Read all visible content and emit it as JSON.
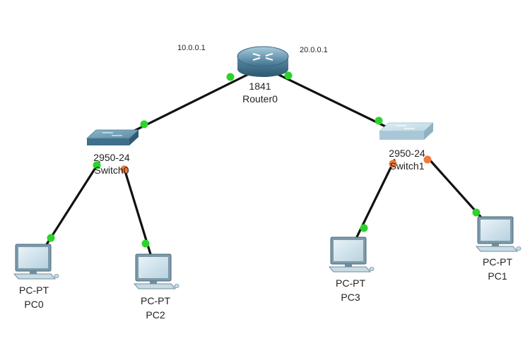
{
  "ip_labels": {
    "left": "10.0.0.1",
    "right": "20.0.0.1"
  },
  "router0": {
    "model": "1841",
    "name": "Router0"
  },
  "switch0": {
    "model": "2950-24",
    "name": "Switch0"
  },
  "switch1": {
    "model": "2950-24",
    "name": "Switch1"
  },
  "pc0": {
    "model": "PC-PT",
    "name": "PC0"
  },
  "pc1": {
    "model": "PC-PT",
    "name": "PC1"
  },
  "pc2": {
    "model": "PC-PT",
    "name": "PC2"
  },
  "pc3": {
    "model": "PC-PT",
    "name": "PC3"
  },
  "colors": {
    "link_up": "#2bd32b",
    "link_down": "#f07a3c",
    "cable": "#111111"
  },
  "links": [
    {
      "from": "Router0",
      "to": "Switch0",
      "status_a": "up",
      "status_b": "up"
    },
    {
      "from": "Router0",
      "to": "Switch1",
      "status_a": "up",
      "status_b": "up"
    },
    {
      "from": "Switch0",
      "to": "PC0",
      "status_a": "up",
      "status_b": "up"
    },
    {
      "from": "Switch0",
      "to": "PC2",
      "status_a": "down",
      "status_b": "up"
    },
    {
      "from": "Switch1",
      "to": "PC3",
      "status_a": "down",
      "status_b": "up"
    },
    {
      "from": "Switch1",
      "to": "PC1",
      "status_a": "down",
      "status_b": "up"
    }
  ]
}
